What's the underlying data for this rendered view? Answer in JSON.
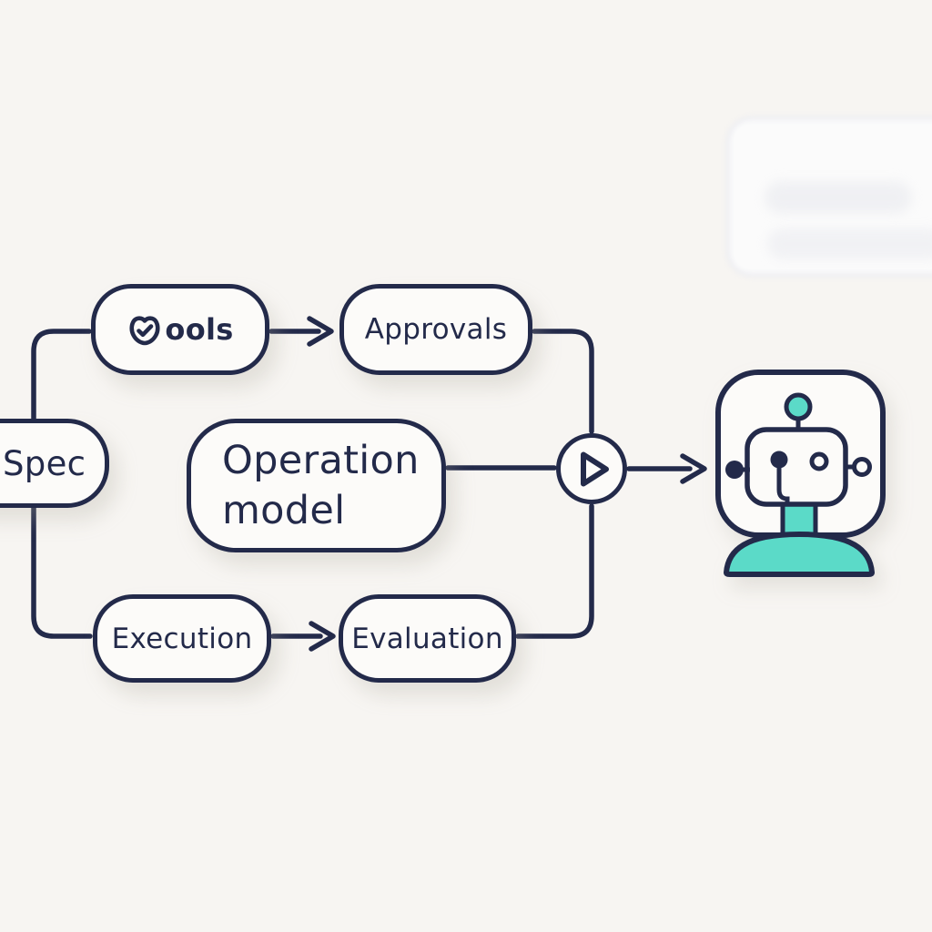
{
  "colors": {
    "background": "#f7f5f2",
    "ink": "#232a4a",
    "teal": "#5bdac8",
    "node_fill": "#fcfbf9",
    "ghost_gray": "#e9eaef"
  },
  "nodes": {
    "spec": {
      "label": "Spec"
    },
    "tools": {
      "label": "ools",
      "icon": "check-circle-icon"
    },
    "approvals": {
      "label": "Approvals"
    },
    "operation_model": {
      "line1": "Operation",
      "line2": "model"
    },
    "execution": {
      "label": "Execution"
    },
    "evaluation": {
      "label": "Evaluation"
    }
  },
  "icons": {
    "play": "play-icon",
    "robot": "robot-agent-icon",
    "check": "check-circle-icon"
  }
}
